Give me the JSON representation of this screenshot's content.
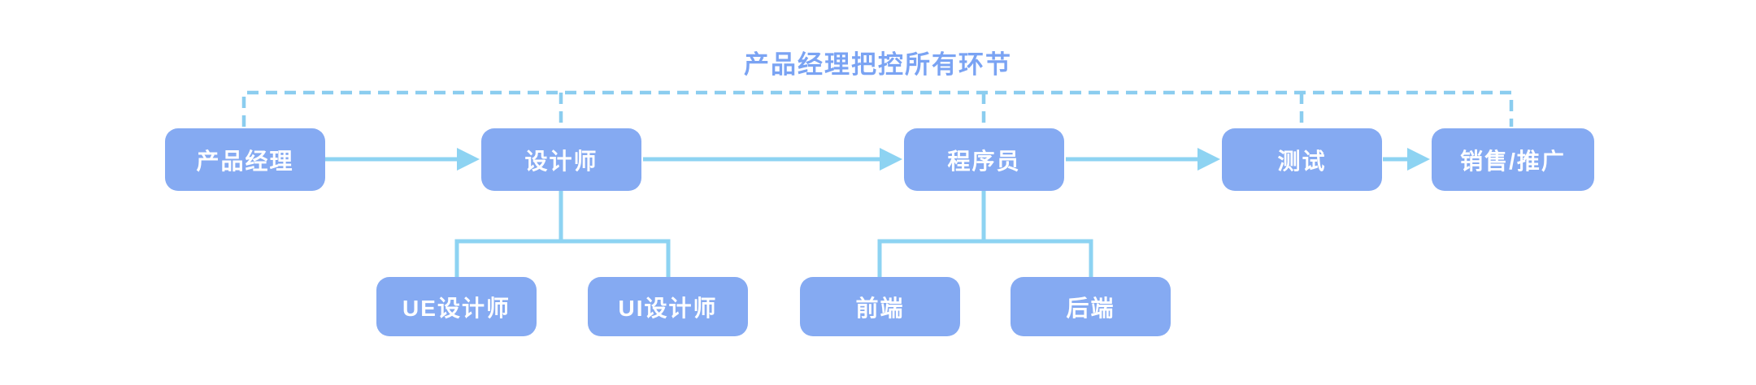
{
  "diagram": {
    "title": "产品经理把控所有环节",
    "main_flow": [
      {
        "label": "产品经理"
      },
      {
        "label": "设计师",
        "children": [
          "UE设计师",
          "UI设计师"
        ]
      },
      {
        "label": "程序员",
        "children": [
          "前端",
          "后端"
        ]
      },
      {
        "label": "测试"
      },
      {
        "label": "销售/推广"
      }
    ],
    "colors": {
      "node_fill": "#85AAF2",
      "node_text": "#FFFFFF",
      "connector": "#8DD3F2",
      "dashed_line": "#8BCDEF",
      "title_text": "#7AA3F3",
      "background": "#FFFFFF"
    }
  }
}
